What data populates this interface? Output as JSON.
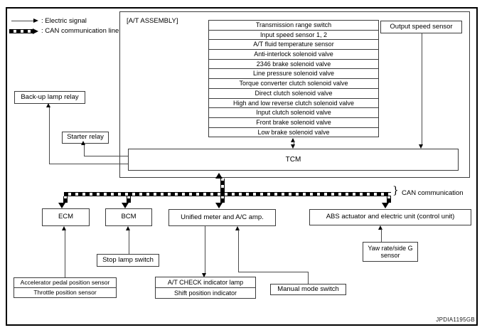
{
  "legend": {
    "electric_label": ": Electric signal",
    "can_label": ": CAN communication line"
  },
  "at_assembly": {
    "label": "[A/T ASSEMBLY]",
    "components": [
      "Transmission range switch",
      "Input speed sensor 1, 2",
      "A/T fluid temperature sensor",
      "Anti-interlock solenoid valve",
      "2346 brake solenoid valve",
      "Line pressure solenoid valve",
      "Torque converter clutch solenoid valve",
      "Direct clutch solenoid valve",
      "High and low reverse clutch solenoid valve",
      "Input clutch solenoid valve",
      "Front brake solenoid valve",
      "Low brake solenoid valve"
    ],
    "output_speed_sensor": "Output speed sensor",
    "tcm": "TCM"
  },
  "relays": {
    "backup_lamp_relay": "Back-up lamp relay",
    "starter_relay": "Starter relay"
  },
  "can_bus": {
    "brace": "}",
    "label": "CAN communication"
  },
  "modules": {
    "ecm": "ECM",
    "bcm": "BCM",
    "unified_meter": "Unified meter and A/C amp.",
    "abs_unit": "ABS actuator and electric unit (control unit)"
  },
  "peripherals": {
    "stop_lamp_switch": "Stop lamp switch",
    "accelerator_rows": [
      "Accelerator pedal position sensor",
      "Throttle position sensor"
    ],
    "indicator_rows": [
      "A/T CHECK indicator lamp",
      "Shift position indicator"
    ],
    "manual_mode_switch": "Manual mode switch",
    "yaw_sensor": "Yaw rate/side G sensor"
  },
  "watermark": "JPDIA1195GB",
  "colors": {
    "line": "#4a4a4a",
    "arrow": "#000000",
    "border": "#3c3c3c"
  }
}
